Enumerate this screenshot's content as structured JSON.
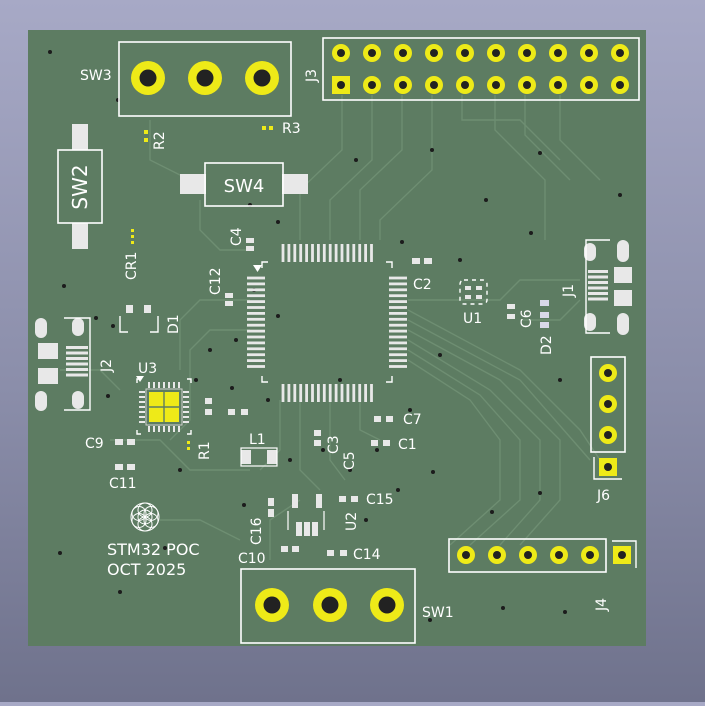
{
  "colors": {
    "background_top": "#a7a9c6",
    "background_bottom": "#6f728c",
    "board": "#5d7c62",
    "trace": "#6e8e72",
    "silkscreen": "#ffffff",
    "pad_gold": "#eeea18",
    "pad_hole": "#222222",
    "component_body": "#e8e8e8"
  },
  "board": {
    "labels": {
      "sw1": "SW1",
      "sw2": "SW2",
      "sw3": "SW3",
      "sw4": "SW4",
      "j1": "J1",
      "j2": "J2",
      "j3": "J3",
      "j4": "J4",
      "j6": "J6",
      "u1": "U1",
      "u2": "U2",
      "u3": "U3",
      "r1": "R1",
      "r2": "R2",
      "r3": "R3",
      "l1": "L1",
      "cr1": "CR1",
      "d1": "D1",
      "d2": "D2",
      "c1": "C1",
      "c2": "C2",
      "c3": "C3",
      "c4": "C4",
      "c5": "C5",
      "c6": "C6",
      "c7": "C7",
      "c9": "C9",
      "c10": "C10",
      "c11": "C11",
      "c12": "C12",
      "c14": "C14",
      "c15": "C15",
      "c16": "C16"
    },
    "title_line1": "STM32 POC",
    "title_line2": "OCT 2025",
    "logo_icon": "flower-of-life-icon",
    "pin1_marker_icon": "triangle-icon"
  }
}
